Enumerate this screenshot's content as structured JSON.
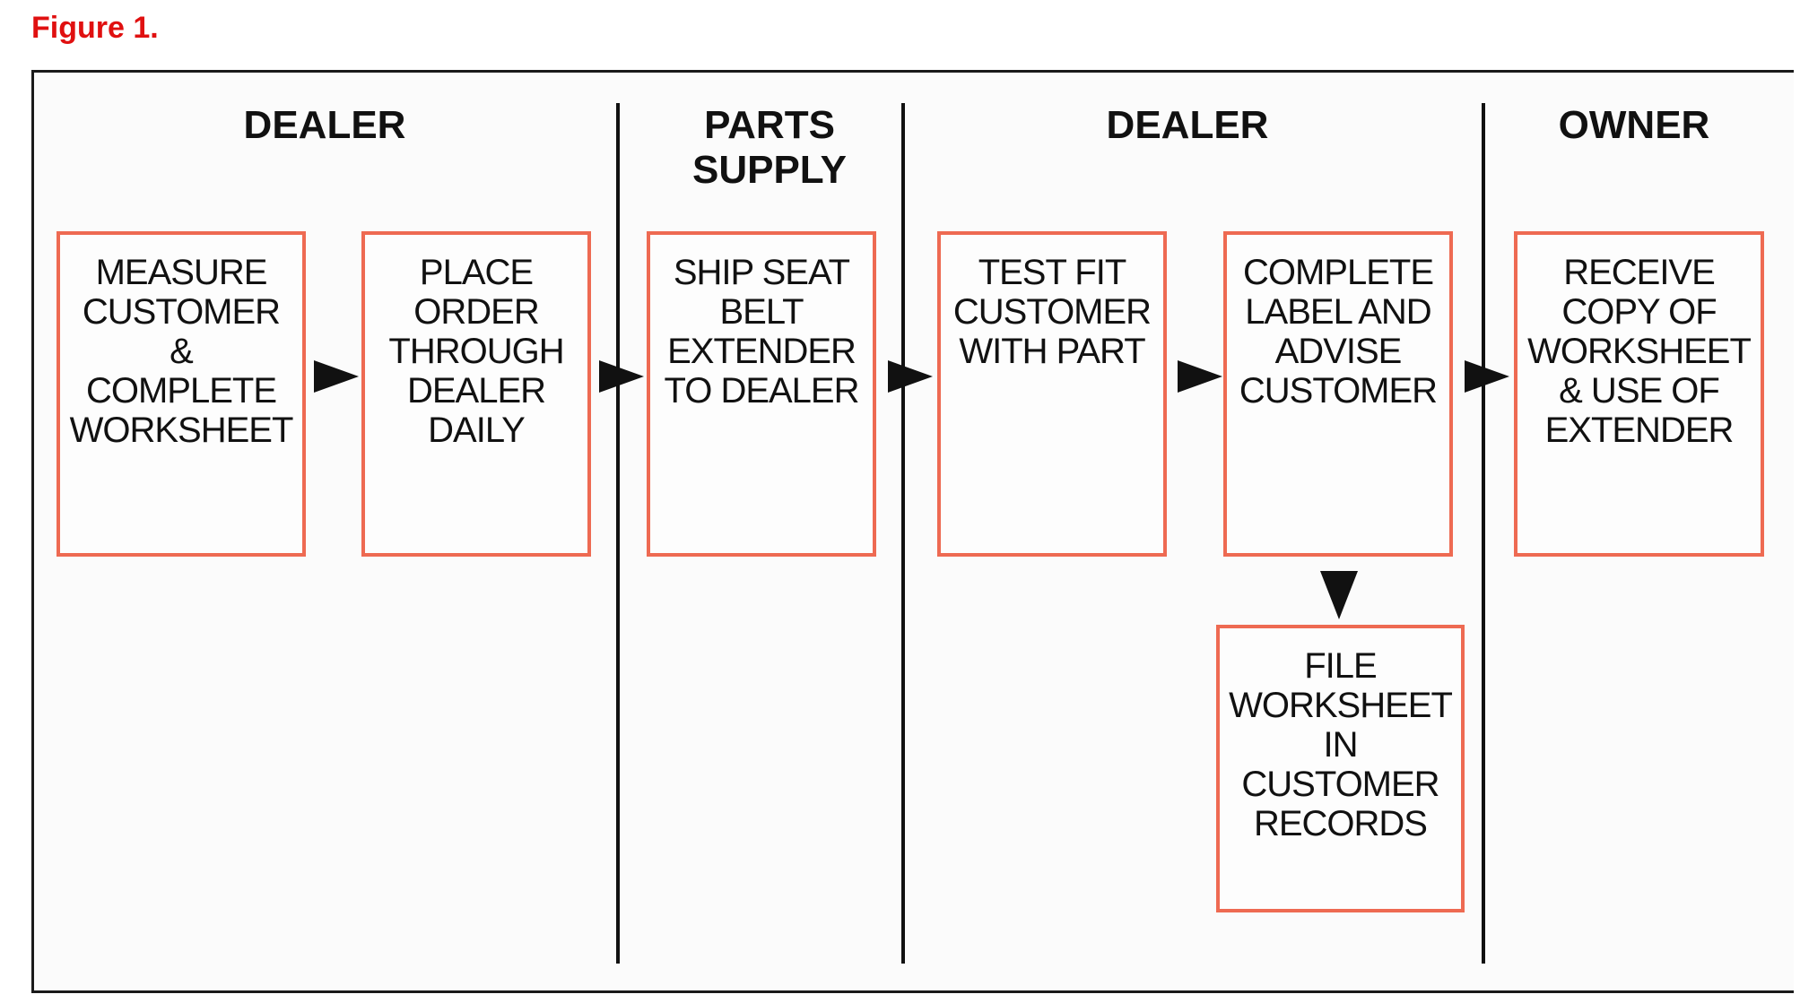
{
  "figure_caption": "Figure 1.",
  "lanes": [
    {
      "title": "DEALER"
    },
    {
      "title": "PARTS\nSUPPLY"
    },
    {
      "title": "DEALER"
    },
    {
      "title": "OWNER"
    }
  ],
  "steps": [
    {
      "label": "MEASURE\nCUSTOMER\n&\nCOMPLETE\nWORKSHEET"
    },
    {
      "label": "PLACE\nORDER\nTHROUGH\nDEALER\nDAILY"
    },
    {
      "label": "SHIP SEAT\nBELT\nEXTENDER\nTO DEALER"
    },
    {
      "label": "TEST FIT\nCUSTOMER\nWITH PART"
    },
    {
      "label": "COMPLETE\nLABEL AND\nADVISE\nCUSTOMER"
    },
    {
      "label": "RECEIVE\nCOPY OF\nWORKSHEET\n& USE OF\nEXTENDER"
    },
    {
      "label": "FILE\nWORKSHEET\nIN\nCUSTOMER\nRECORDS"
    }
  ],
  "colors": {
    "caption": "#e01010",
    "box_border": "#ee6a52",
    "lines": "#111111"
  }
}
